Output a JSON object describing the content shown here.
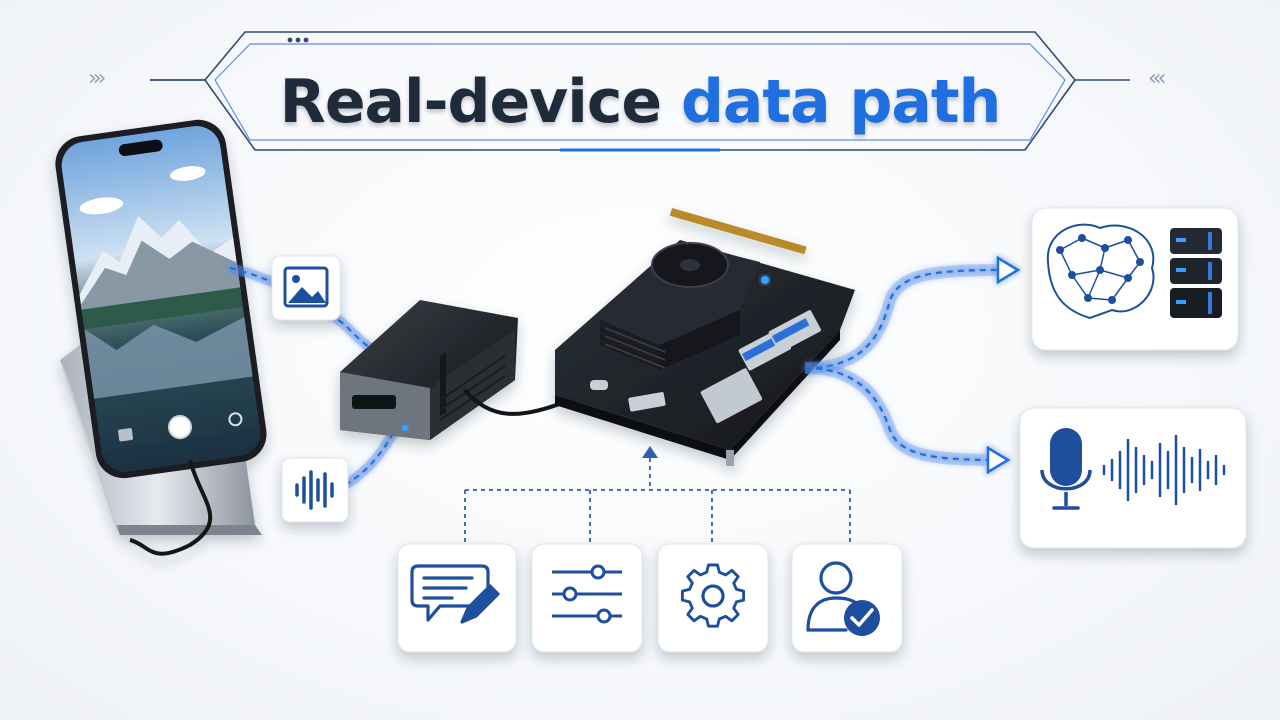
{
  "title": {
    "part1": "Real-device",
    "part2": "data path"
  },
  "colors": {
    "accent": "#1f6fe0",
    "dark": "#1f2a3a",
    "line": "#5b8fe6",
    "board": "#1d2228"
  },
  "devices": {
    "phone": "smartphone-on-stand",
    "capture": "hdmi-capture-dongle",
    "board": "single-board-computer"
  },
  "inputs": [
    "image-icon",
    "audio-waveform-icon"
  ],
  "outputs": [
    "neural-network-icon",
    "server-stack-icon",
    "microphone-icon",
    "voice-waveform-icon"
  ],
  "controls": [
    "chat-edit-icon",
    "sliders-icon",
    "gear-icon",
    "user-check-icon"
  ]
}
